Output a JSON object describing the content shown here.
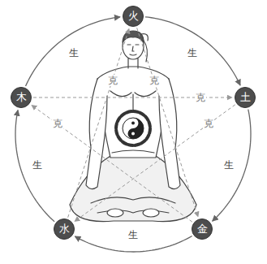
{
  "diagram": {
    "nodes": [
      {
        "text": [
          "火"
        ]
      },
      {
        "text": [
          "土"
        ]
      },
      {
        "text": [
          "金"
        ]
      },
      {
        "text": [
          "水"
        ]
      },
      {
        "text": [
          "木"
        ]
      }
    ],
    "edges": [
      {
        "from": 4,
        "to": 0,
        "label": "生",
        "arrow": "to"
      },
      {
        "from": 0,
        "to": 1,
        "label": "生",
        "arrow": "to"
      },
      {
        "from": 1,
        "to": 2,
        "label": "生",
        "arrow": "to"
      },
      {
        "from": 2,
        "to": 3,
        "label": "生",
        "arrow": "to"
      },
      {
        "from": 3,
        "to": 4,
        "label": "生",
        "arrow": "to"
      },
      {
        "from": 0,
        "to": 2,
        "label": "克",
        "arrow": "to"
      },
      {
        "from": 1,
        "to": 3,
        "label": "克",
        "arrow": "to"
      },
      {
        "from": 2,
        "to": 4,
        "label": "克",
        "arrow": "to"
      },
      {
        "from": 3,
        "to": 0,
        "label": "克",
        "arrow": "to"
      },
      {
        "from": 4,
        "to": 1,
        "label": "克",
        "arrow": "to"
      }
    ]
  }
}
